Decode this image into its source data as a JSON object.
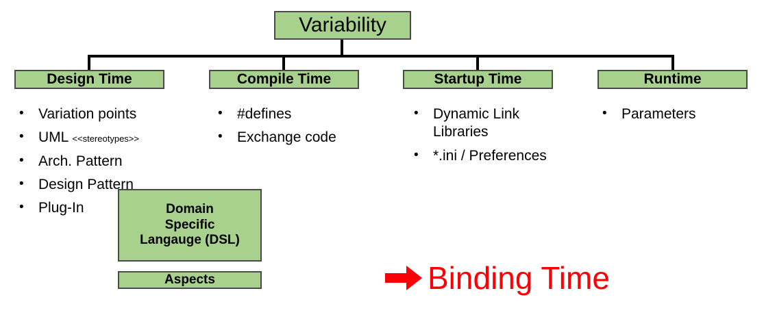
{
  "diagram": {
    "root": {
      "label": "Variability"
    },
    "categories": [
      {
        "label": "Design Time"
      },
      {
        "label": "Compile Time"
      },
      {
        "label": "Startup Time"
      },
      {
        "label": "Runtime"
      }
    ],
    "lists": {
      "design_time": [
        {
          "text": "Variation points"
        },
        {
          "text": "UML ",
          "tag": "<<stereotypes>>"
        },
        {
          "text": "Arch. Pattern"
        },
        {
          "text": "Design Pattern"
        },
        {
          "text": "Plug-In"
        }
      ],
      "compile_time": [
        {
          "text": "#defines"
        },
        {
          "text": "Exchange code"
        }
      ],
      "startup_time": [
        {
          "text": "Dynamic Link Libraries"
        },
        {
          "text": "*.ini / Preferences"
        }
      ],
      "runtime": [
        {
          "text": "Parameters"
        }
      ]
    },
    "extra_boxes": [
      {
        "line1": "Domain",
        "line2": "Specific",
        "line3": "Langauge (DSL)"
      },
      {
        "line1": "Aspects"
      }
    ],
    "callout": {
      "arrow_icon": "right-block-arrow-icon",
      "label": "Binding Time",
      "color": "#fb0007"
    },
    "bullet_glyph": "•",
    "colors": {
      "node_fill": "#a9d18e",
      "node_border": "#4a4a4a",
      "connector": "#000000",
      "text": "#000000",
      "accent_red": "#fb0007"
    }
  }
}
